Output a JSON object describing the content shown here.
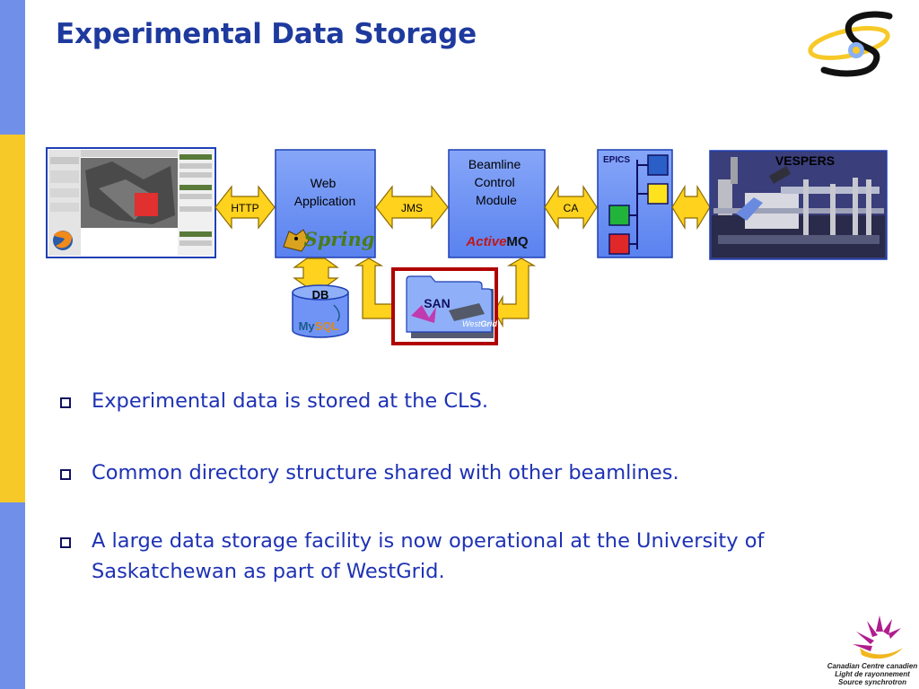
{
  "title": "Experimental Data Storage",
  "diagram": {
    "web_application": "Web\nApplication",
    "spring": "Spring",
    "beamline_control_module": "Beamline\nControl\nModule",
    "activemq_active": "Active",
    "activemq_mq": "MQ",
    "epics": "EPICS",
    "vespers": "VESPERS",
    "http": "HTTP",
    "jms": "JMS",
    "ca": "CA",
    "db": "DB",
    "mysql_my": "My",
    "mysql_sql": "SQL",
    "san": "SAN",
    "westgrid_west": "West",
    "westgrid_grid": "Grid"
  },
  "bullets": [
    "Experimental data is stored at the CLS.",
    "Common directory structure shared with other beamlines.",
    "A large data storage facility is now operational at the University of Saskatchewan as part of WestGrid."
  ],
  "footer_logo": {
    "line1": "Canadian  Centre canadien",
    "line2": "Light  de rayonnement",
    "line3": "Source  synchrotron"
  },
  "colors": {
    "title": "#1e3a9e",
    "bullet_text": "#1e32b4",
    "box_fill": "#6f94f5",
    "arrow_yellow": "#ffd21e",
    "highlight_red": "#b00000"
  }
}
